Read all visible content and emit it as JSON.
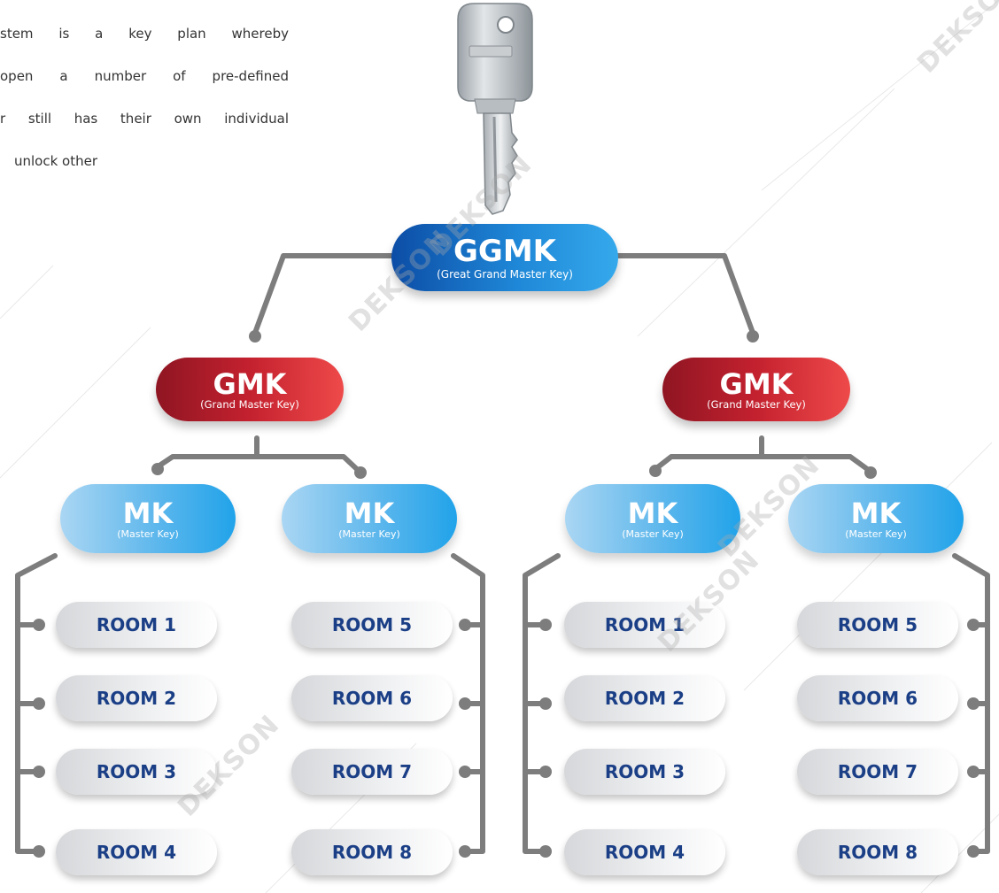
{
  "intro": {
    "lines": [
      "stem is a key plan whereby",
      "open a number of pre-defined",
      "r still has their own individual",
      "unlock other"
    ]
  },
  "watermark": "DEKSON",
  "ggmk": {
    "title": "GGMK",
    "subtitle": "(Great Grand Master Key)"
  },
  "gmk": [
    {
      "title": "GMK",
      "subtitle": "(Grand Master Key)"
    },
    {
      "title": "GMK",
      "subtitle": "(Grand Master Key)"
    }
  ],
  "mk": [
    {
      "title": "MK",
      "subtitle": "(Master Key)"
    },
    {
      "title": "MK",
      "subtitle": "(Master Key)"
    },
    {
      "title": "MK",
      "subtitle": "(Master Key)"
    },
    {
      "title": "MK",
      "subtitle": "(Master Key)"
    }
  ],
  "rooms": [
    "ROOM 1",
    "ROOM 2",
    "ROOM 3",
    "ROOM 4",
    "ROOM 5",
    "ROOM 6",
    "ROOM 7",
    "ROOM 8",
    "ROOM 1",
    "ROOM 2",
    "ROOM 3",
    "ROOM 4",
    "ROOM 5",
    "ROOM 6",
    "ROOM 7",
    "ROOM 8"
  ],
  "colors": {
    "connector": "#7d7d7d",
    "ggmk": "#1f87d7",
    "gmk": "#c4212f",
    "mk": "#5db7ec",
    "room_text": "#1b3f86"
  }
}
